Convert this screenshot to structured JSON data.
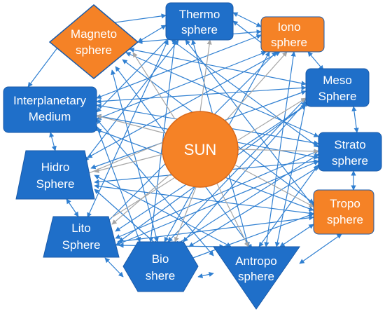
{
  "colors": {
    "blue": "#1f6fc9",
    "blue_stroke": "#1a5aa8",
    "orange": "#f58226",
    "orange_stroke": "#d9691a",
    "arrow_blue": "#2f7fd1",
    "arrow_gray": "#a6a6a6"
  },
  "nodes": {
    "sun": {
      "label": "SUN",
      "shape": "circle"
    },
    "magnetosphere": {
      "line1": "Magneto",
      "line2": "sphere",
      "shape": "diamond",
      "color": "orange"
    },
    "thermosphere": {
      "line1": "Thermo",
      "line2": "sphere",
      "shape": "rounded-rect",
      "color": "blue"
    },
    "ionosphere": {
      "line1": "Iono",
      "line2": "sphere",
      "shape": "rounded-rect",
      "color": "orange"
    },
    "mesosphere": {
      "line1": "Meso",
      "line2": "Sphere",
      "shape": "rounded-rect",
      "color": "blue"
    },
    "interplanetary": {
      "line1": "Interplanetary",
      "line2": "Medium",
      "shape": "rounded-rect",
      "color": "blue"
    },
    "stratosphere": {
      "line1": "Strato",
      "line2": "sphere",
      "shape": "rounded-rect",
      "color": "blue"
    },
    "hidrosphere": {
      "line1": "Hidro",
      "line2": "Sphere",
      "shape": "trapezoid",
      "color": "blue"
    },
    "troposphere": {
      "line1": "Tropo",
      "line2": "sphere",
      "shape": "rounded-rect",
      "color": "orange"
    },
    "litosphere": {
      "line1": "Lito",
      "line2": "Sphere",
      "shape": "trapezoid",
      "color": "blue"
    },
    "biosphere": {
      "line1": "Bio",
      "line2": "shere",
      "shape": "hexagon",
      "color": "blue"
    },
    "antroposphere": {
      "line1": "Antropo",
      "line2": "sphere",
      "shape": "triangle",
      "color": "blue"
    }
  }
}
